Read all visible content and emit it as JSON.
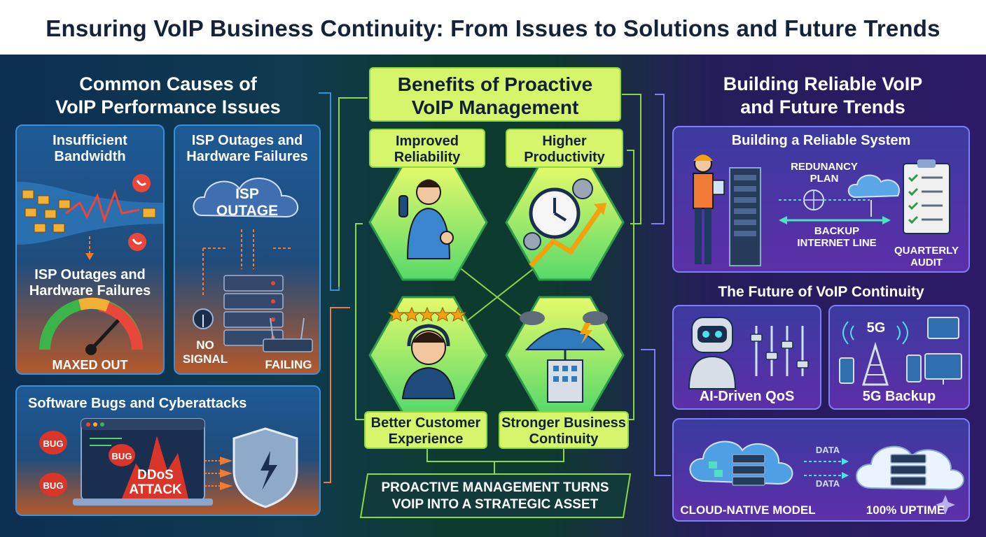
{
  "title": "Ensuring VoIP Business Continuity: From Issues to Solutions and Future Trends",
  "left": {
    "heading": [
      "Common Causes of",
      "VoIP Performance Issues"
    ],
    "card1": {
      "title": [
        "Insufficient",
        "Bandwidth"
      ],
      "subtitle": [
        "ISP Outages and",
        "Hardware Failures"
      ],
      "gauge_label": "MAXED OUT"
    },
    "card2": {
      "title": [
        "ISP Outages and",
        "Hardware Failures"
      ],
      "cloud_label": [
        "ISP",
        "OUTAGE"
      ],
      "no_signal": [
        "NO",
        "SIGNAL"
      ],
      "failing": "FAILING"
    },
    "card3": {
      "title": "Software Bugs and Cyberattacks",
      "bug1": "BUG",
      "bug2": "BUG",
      "bug3": "BUG",
      "attack": [
        "DDoS",
        "ATTACK"
      ]
    }
  },
  "center": {
    "heading": [
      "Benefits of Proactive",
      "VoIP Management"
    ],
    "benefits": [
      {
        "label": [
          "Improved",
          "Reliability"
        ]
      },
      {
        "label": [
          "Higher",
          "Productivity"
        ]
      },
      {
        "label": [
          "Better Customer",
          "Experience"
        ]
      },
      {
        "label": [
          "Stronger Business",
          "Continuity"
        ]
      }
    ],
    "banner": [
      "PROACTIVE MANAGEMENT TURNS",
      "VOIP INTO A STRATEGIC ASSET"
    ]
  },
  "right": {
    "heading": [
      "Building Reliable VoIP",
      "and Future Trends"
    ],
    "system": {
      "title": "Building a Reliable System",
      "redundancy": [
        "REDUNANCY",
        "PLAN"
      ],
      "backup": [
        "BACKUP",
        "INTERNET LINE"
      ],
      "audit": [
        "QUARTERLY",
        "AUDIT"
      ]
    },
    "future_title": "The Future of VoIP Continuity",
    "ai_label": "AI-Driven QoS",
    "g5_label": "5G Backup",
    "g5_icon": "5G",
    "cloud": {
      "data1": "DATA",
      "data2": "DATA",
      "model": "CLOUD-NATIVE MODEL",
      "uptime": "100% UPTIME"
    }
  },
  "colors": {
    "accent_green": "#d7f56a",
    "accent_blue": "#3a8fd6",
    "accent_purple": "#7d7ef0",
    "accent_orange": "#f07b35",
    "title_text": "#14233a"
  }
}
